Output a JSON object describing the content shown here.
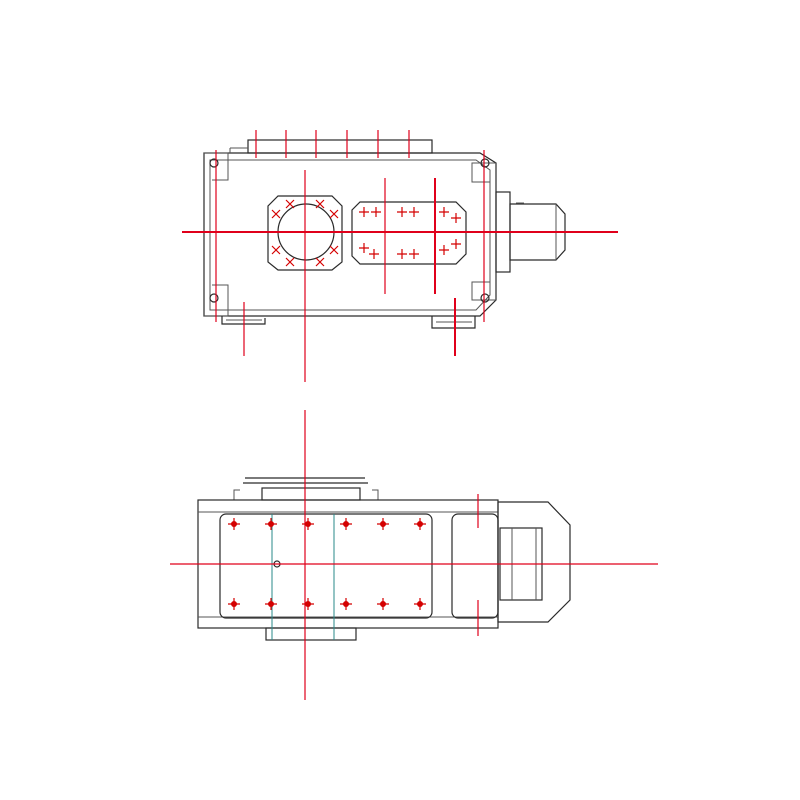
{
  "diagram": {
    "views": [
      {
        "id": "top-view"
      },
      {
        "id": "front-view"
      }
    ],
    "colors": {
      "background": "#ffffff",
      "outline": "#2a2a2a",
      "centerline": "#e0001b",
      "bolt_marker": "#d40000",
      "thin_line": "#2a8a8a"
    },
    "icons": [
      "bolt-hole-marker",
      "mounting-hole",
      "centerline"
    ]
  }
}
